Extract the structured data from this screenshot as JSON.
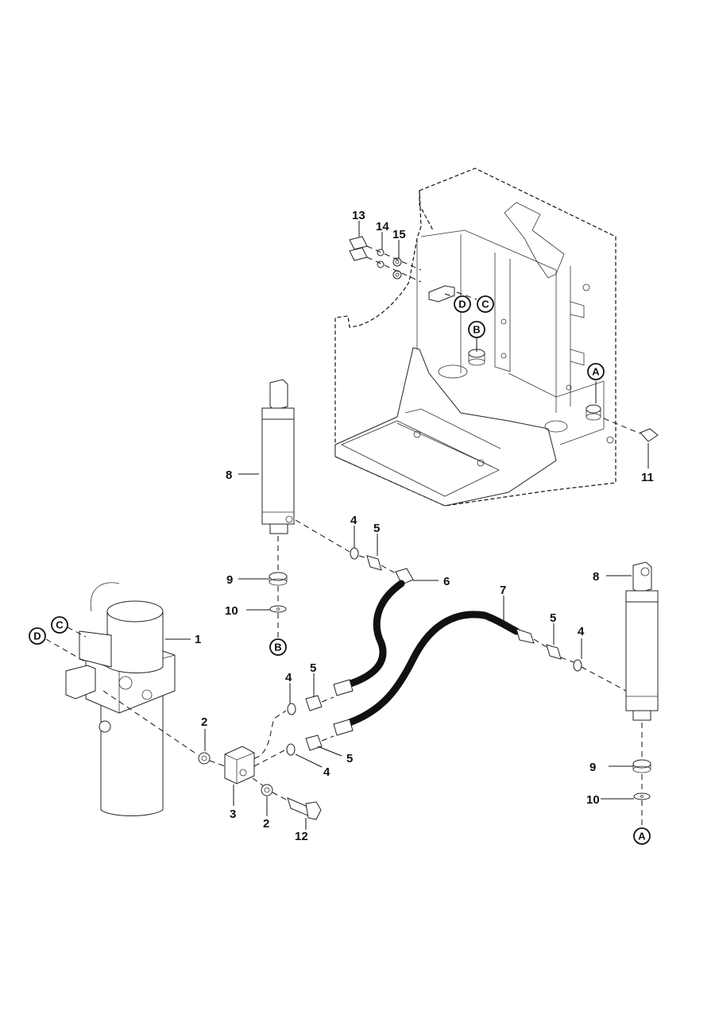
{
  "diagram": {
    "type": "exploded-parts-view",
    "subject": "Hydraulic power unit, lift cylinders and hoses mounted to chassis frame",
    "callouts": [
      {
        "id": "c1",
        "label": "1",
        "part": "hydraulic-power-unit"
      },
      {
        "id": "c2a",
        "label": "2",
        "part": "washer"
      },
      {
        "id": "c2b",
        "label": "2",
        "part": "washer"
      },
      {
        "id": "c3",
        "label": "3",
        "part": "manifold-block"
      },
      {
        "id": "c4a",
        "label": "4",
        "part": "o-ring-seal"
      },
      {
        "id": "c4b",
        "label": "4",
        "part": "o-ring-seal"
      },
      {
        "id": "c4c",
        "label": "4",
        "part": "o-ring-seal"
      },
      {
        "id": "c4d",
        "label": "4",
        "part": "o-ring-seal"
      },
      {
        "id": "c5a",
        "label": "5",
        "part": "adapter-fitting"
      },
      {
        "id": "c5b",
        "label": "5",
        "part": "adapter-fitting"
      },
      {
        "id": "c5c",
        "label": "5",
        "part": "adapter-fitting"
      },
      {
        "id": "c5d",
        "label": "5",
        "part": "adapter-fitting"
      },
      {
        "id": "c6",
        "label": "6",
        "part": "hose-short"
      },
      {
        "id": "c7",
        "label": "7",
        "part": "hose-long"
      },
      {
        "id": "c8a",
        "label": "8",
        "part": "lift-cylinder"
      },
      {
        "id": "c8b",
        "label": "8",
        "part": "lift-cylinder"
      },
      {
        "id": "c9a",
        "label": "9",
        "part": "cylinder-cup"
      },
      {
        "id": "c9b",
        "label": "9",
        "part": "cylinder-cup"
      },
      {
        "id": "c10a",
        "label": "10",
        "part": "cylinder-washer"
      },
      {
        "id": "c10b",
        "label": "10",
        "part": "cylinder-washer"
      },
      {
        "id": "c11",
        "label": "11",
        "part": "screw"
      },
      {
        "id": "c12",
        "label": "12",
        "part": "banjo-bolt"
      },
      {
        "id": "c13",
        "label": "13",
        "part": "cap-screw"
      },
      {
        "id": "c14",
        "label": "14",
        "part": "lock-washer"
      },
      {
        "id": "c15",
        "label": "15",
        "part": "flat-washer"
      }
    ],
    "references": [
      {
        "id": "rA1",
        "letter": "A",
        "location": "frame-right-socket"
      },
      {
        "id": "rA2",
        "letter": "A",
        "location": "right-cylinder-base"
      },
      {
        "id": "rB1",
        "letter": "B",
        "location": "frame-left-socket"
      },
      {
        "id": "rB2",
        "letter": "B",
        "location": "left-cylinder-base"
      },
      {
        "id": "rC1",
        "letter": "C",
        "location": "frame-bracket"
      },
      {
        "id": "rC2",
        "letter": "C",
        "location": "power-unit-mount"
      },
      {
        "id": "rD1",
        "letter": "D",
        "location": "frame-bracket"
      },
      {
        "id": "rD2",
        "letter": "D",
        "location": "power-unit-mount"
      }
    ]
  }
}
